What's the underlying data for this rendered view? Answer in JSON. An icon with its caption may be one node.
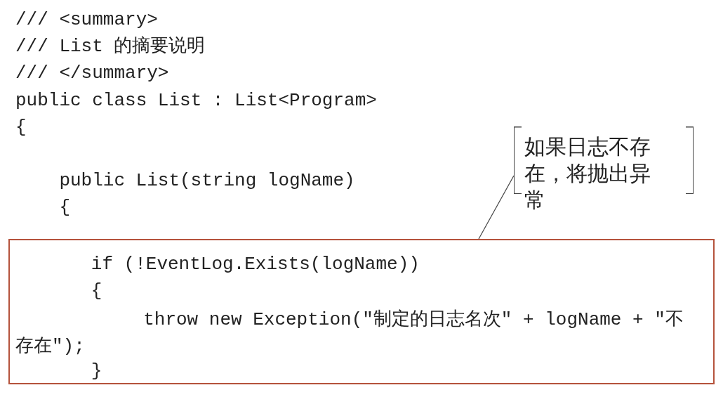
{
  "diagram": {
    "nodes": [
      {
        "text": [
          "if (!EventLog.Exists(logName))",
          "{",
          "throw new Exception(\"制定的日志名次\" + logName + \"不存在\");",
          "}"
        ]
      },
      {
        "text": [
          "如果日志不存在，将抛出异常"
        ]
      }
    ],
    "edges": [
      {
        "from": 1,
        "to": 0,
        "arrow": "none"
      }
    ],
    "labels": [
      "/// <summary>",
      "/// List 的摘要说明",
      "/// </summary>",
      "public class List : List<Program>",
      "{",
      "public List(string logName)",
      "{"
    ]
  }
}
